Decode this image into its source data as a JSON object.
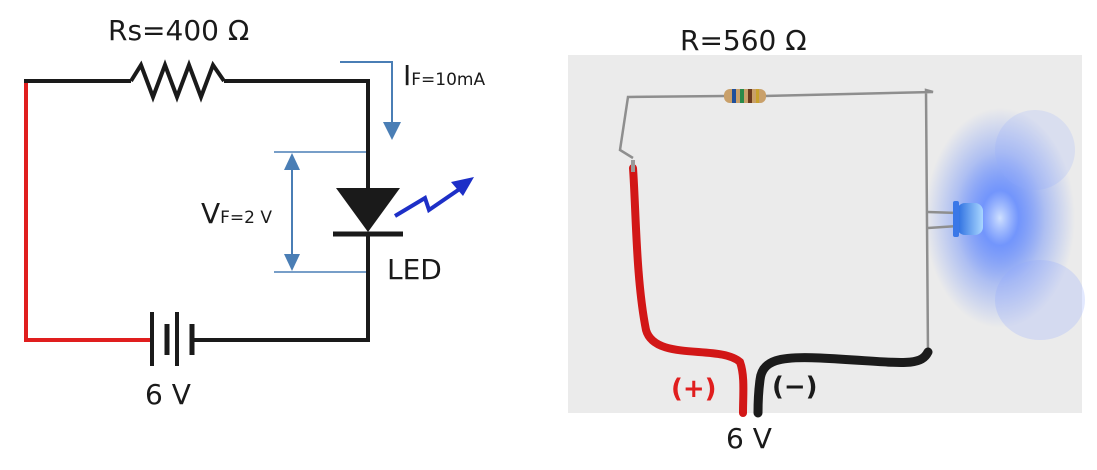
{
  "schematic": {
    "resistor_label": "Rs=400 Ω",
    "current_prefix": "I",
    "current_sub": "F=10mA",
    "voltage_prefix": "V",
    "voltage_sub": "F=2 V",
    "led_label": "LED",
    "battery_label": "6 V"
  },
  "photo": {
    "resistor_label": "R=560 Ω",
    "plus_label": "(+)",
    "minus_label": "(−)",
    "battery_label": "6 V"
  },
  "colors": {
    "wire": "#1a1a1a",
    "positive_wire": "#e01e1e",
    "dimension": "#4a7eb5",
    "light_arrow": "#1d2fc7",
    "photo_bg": "#ebebeb",
    "led_glow": "#3b6cff"
  }
}
